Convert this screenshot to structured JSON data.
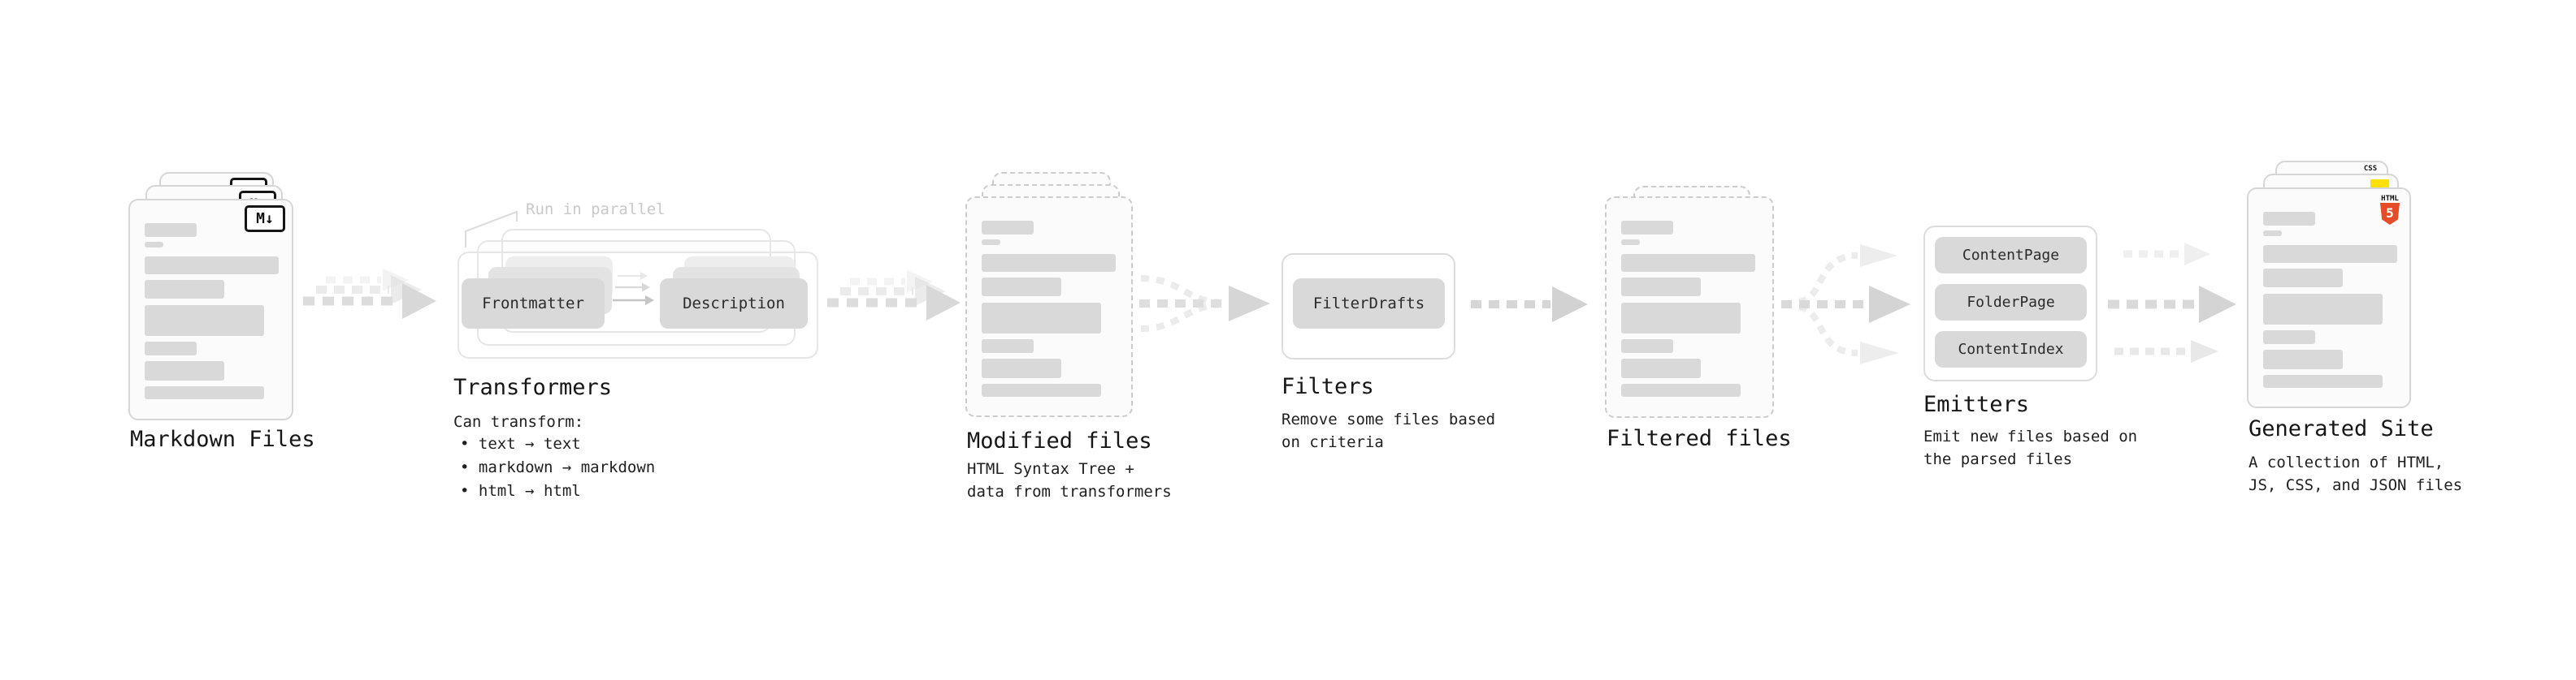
{
  "stages": {
    "markdown_files": {
      "title": "Markdown Files"
    },
    "transformers": {
      "title": "Transformers",
      "annotation": "Run in parallel",
      "nodes": {
        "frontmatter": "Frontmatter",
        "description": "Description"
      },
      "heading": "Can transform:",
      "bullets": [
        "• text → text",
        "• markdown → markdown",
        "• html → html"
      ]
    },
    "modified_files": {
      "title": "Modified files",
      "subtitle": [
        "HTML Syntax Tree +",
        "data from transformers"
      ]
    },
    "filters": {
      "title": "Filters",
      "nodes": {
        "filter_drafts": "FilterDrafts"
      },
      "subtitle": [
        "Remove some files based",
        "on criteria"
      ]
    },
    "filtered_files": {
      "title": "Filtered files"
    },
    "emitters": {
      "title": "Emitters",
      "nodes": [
        "ContentPage",
        "FolderPage",
        "ContentIndex"
      ],
      "subtitle": [
        "Emit new files based on",
        "the parsed files"
      ]
    },
    "generated_site": {
      "title": "Generated Site",
      "subtitle": [
        "A collection of HTML,",
        "JS, CSS, and JSON files"
      ]
    }
  },
  "icons": {
    "markdown": "M↓",
    "html5": {
      "label": "HTML",
      "number": "5"
    },
    "css": "CSS"
  },
  "colors": {
    "html5_orange": "#e44d26",
    "js_yellow": "#ffe000",
    "css_blue": "#2f6be4",
    "placeholder_gray": "#d9d9d9",
    "arrow_gray": "#d8d8d8"
  }
}
